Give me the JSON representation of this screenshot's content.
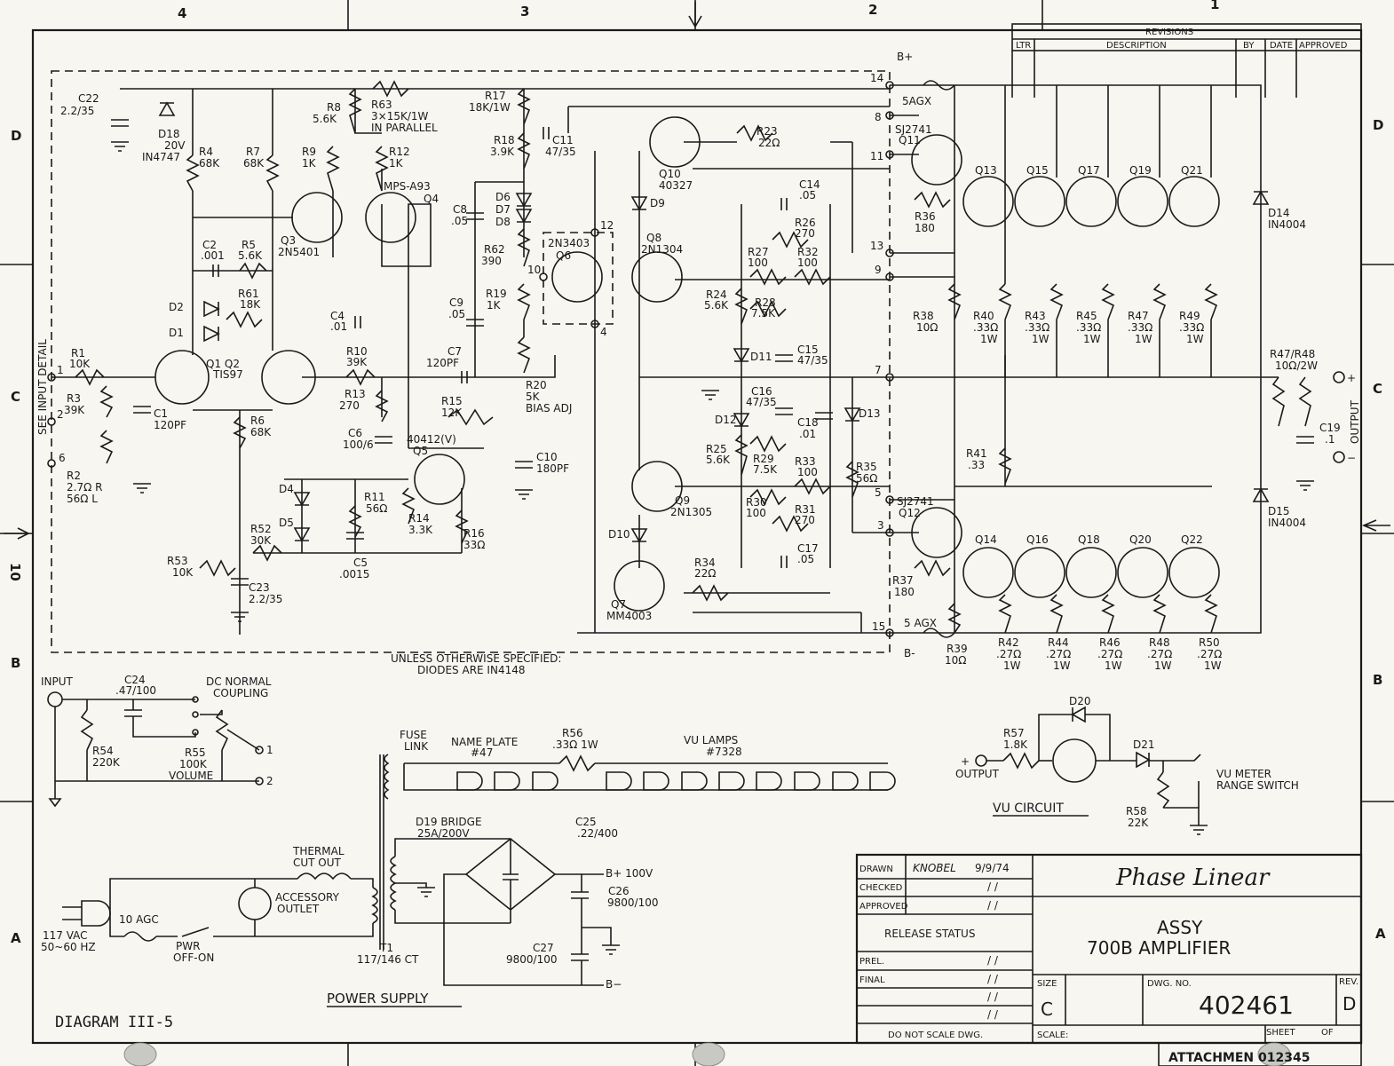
{
  "zones": {
    "top": [
      "4",
      "3",
      "2",
      "1"
    ],
    "left": [
      "D",
      "C",
      "B",
      "A"
    ],
    "right": [
      "D",
      "C",
      "B",
      "A"
    ],
    "side_marker": "10"
  },
  "revisions": {
    "title": "REVISIONS",
    "columns": [
      "LTR",
      "DESCRIPTION",
      "BY",
      "DATE",
      "APPROVED"
    ]
  },
  "detail": {
    "input_detail": "SEE INPUT DETAIL",
    "note_line1": "UNLESS OTHERWISE SPECIFIED:",
    "note_line2": "DIODES ARE IN4148"
  },
  "components": [
    {
      "id": "C22",
      "text": "C22",
      "value": "2.2/35"
    },
    {
      "id": "D18",
      "text": "D18",
      "value": "20V",
      "part": "IN4747"
    },
    {
      "id": "R4",
      "text": "R4",
      "value": "68K"
    },
    {
      "id": "R7",
      "text": "R7",
      "value": "68K"
    },
    {
      "id": "R8",
      "text": "R8",
      "value": "5.6K"
    },
    {
      "id": "R9",
      "text": "R9",
      "value": "1K"
    },
    {
      "id": "R63",
      "text": "R63",
      "value": "3×15K/1W",
      "note": "IN PARALLEL"
    },
    {
      "id": "R12",
      "text": "R12",
      "value": "1K"
    },
    {
      "id": "Q4",
      "text": "Q4",
      "part": "MPS-A93"
    },
    {
      "id": "Q3",
      "text": "Q3",
      "part": "2N5401"
    },
    {
      "id": "C2",
      "text": "C2",
      "value": ".001"
    },
    {
      "id": "R5",
      "text": "R5",
      "value": "5.6K"
    },
    {
      "id": "R61",
      "text": "R61",
      "value": "18K"
    },
    {
      "id": "D2",
      "text": "D2"
    },
    {
      "id": "D1",
      "text": "D1"
    },
    {
      "id": "R1",
      "text": "R1",
      "value": "10K"
    },
    {
      "id": "R3",
      "text": "R3",
      "value": "39K"
    },
    {
      "id": "C1",
      "text": "C1",
      "value": "120PF"
    },
    {
      "id": "R2",
      "text": "R2",
      "value": "2.7Ω R",
      "note": "56Ω L"
    },
    {
      "id": "Q1Q2",
      "text": "Q1  Q2",
      "part": "TIS97"
    },
    {
      "id": "R6",
      "text": "R6",
      "value": "68K"
    },
    {
      "id": "C4",
      "text": "C4",
      "value": ".01"
    },
    {
      "id": "R10",
      "text": "R10",
      "value": "39K"
    },
    {
      "id": "R13",
      "text": "R13",
      "value": "270"
    },
    {
      "id": "C6",
      "text": "C6",
      "value": "100/6"
    },
    {
      "id": "R17",
      "text": "R17",
      "value": "18K/1W"
    },
    {
      "id": "R18",
      "text": "R18",
      "value": "3.9K"
    },
    {
      "id": "C11",
      "text": "C11",
      "value": "47/35"
    },
    {
      "id": "D6",
      "text": "D6"
    },
    {
      "id": "D7",
      "text": "D7"
    },
    {
      "id": "D8",
      "text": "D8"
    },
    {
      "id": "C8",
      "text": "C8",
      "value": ".05"
    },
    {
      "id": "R62",
      "text": "R62",
      "value": "390"
    },
    {
      "id": "Q6",
      "text": "Q6",
      "part": "2N3403"
    },
    {
      "id": "C9",
      "text": "C9",
      "value": ".05"
    },
    {
      "id": "R19",
      "text": "R19",
      "value": "1K"
    },
    {
      "id": "C7",
      "text": "C7",
      "value": "120PF"
    },
    {
      "id": "R20",
      "text": "R20",
      "value": "5K",
      "note": "BIAS ADJ"
    },
    {
      "id": "R15",
      "text": "R15",
      "value": "12K"
    },
    {
      "id": "Q5",
      "text": "Q5",
      "part": "40412(V)"
    },
    {
      "id": "C10",
      "text": "C10",
      "value": "180PF"
    },
    {
      "id": "D4",
      "text": "D4"
    },
    {
      "id": "D5",
      "text": "D5"
    },
    {
      "id": "R11",
      "text": "R11",
      "value": "56Ω"
    },
    {
      "id": "R14",
      "text": "R14",
      "value": "3.3K"
    },
    {
      "id": "R16",
      "text": "R16",
      "value": "33Ω"
    },
    {
      "id": "R52",
      "text": "R52",
      "value": "30K"
    },
    {
      "id": "C5",
      "text": "C5",
      "value": ".0015"
    },
    {
      "id": "R53",
      "text": "R53",
      "value": "10K"
    },
    {
      "id": "C23",
      "text": "C23",
      "value": "2.2/35"
    },
    {
      "id": "Q10",
      "text": "Q10",
      "part": "40327"
    },
    {
      "id": "R23",
      "text": "R23",
      "value": "22Ω"
    },
    {
      "id": "D9",
      "text": "D9"
    },
    {
      "id": "Q8",
      "text": "Q8",
      "part": "2N1304"
    },
    {
      "id": "C14",
      "text": "C14",
      "value": ".05"
    },
    {
      "id": "R26",
      "text": "R26",
      "value": "270"
    },
    {
      "id": "R27",
      "text": "R27",
      "value": "100"
    },
    {
      "id": "R32",
      "text": "R32",
      "value": "100"
    },
    {
      "id": "R24",
      "text": "R24",
      "value": "5.6K"
    },
    {
      "id": "R28",
      "text": "R28",
      "value": "7.5K"
    },
    {
      "id": "D11",
      "text": "D11"
    },
    {
      "id": "C15",
      "text": "C15",
      "value": "47/35"
    },
    {
      "id": "C16",
      "text": "C16",
      "value": "47/35"
    },
    {
      "id": "C18",
      "text": "C18",
      "value": ".01"
    },
    {
      "id": "D12",
      "text": "D12"
    },
    {
      "id": "D13",
      "text": "D13"
    },
    {
      "id": "R25",
      "text": "R25",
      "value": "5.6K"
    },
    {
      "id": "R29",
      "text": "R29",
      "value": "7.5K"
    },
    {
      "id": "R33",
      "text": "R33",
      "value": "100"
    },
    {
      "id": "R35",
      "text": "R35",
      "value": "56Ω"
    },
    {
      "id": "R30",
      "text": "R30",
      "value": "100"
    },
    {
      "id": "R31",
      "text": "R31",
      "value": "270"
    },
    {
      "id": "C17",
      "text": "C17",
      "value": ".05"
    },
    {
      "id": "Q9",
      "text": "Q9",
      "part": "2N1305"
    },
    {
      "id": "D10",
      "text": "D10"
    },
    {
      "id": "Q7",
      "text": "Q7",
      "part": "MM4003"
    },
    {
      "id": "R34",
      "text": "R34",
      "value": "22Ω"
    },
    {
      "id": "Q11",
      "text": "Q11",
      "part": "SJ2741"
    },
    {
      "id": "R36",
      "text": "R36",
      "value": "180"
    },
    {
      "id": "R38",
      "text": "R38",
      "value": "10Ω"
    },
    {
      "id": "R41",
      "text": "R41",
      "value": ".33"
    },
    {
      "id": "Q12",
      "text": "Q12",
      "part": "SJ2741"
    },
    {
      "id": "R37",
      "text": "R37",
      "value": "180"
    },
    {
      "id": "R39",
      "text": "R39",
      "value": "10Ω"
    },
    {
      "id": "D14",
      "text": "D14",
      "part": "IN4004"
    },
    {
      "id": "D15",
      "text": "D15",
      "part": "IN4004"
    },
    {
      "id": "R4748",
      "text": "R47/R48",
      "value": "10Ω/2W"
    },
    {
      "id": "C19",
      "text": "C19",
      "value": ".1"
    },
    {
      "id": "C24",
      "text": "C24",
      "value": ".47/100"
    },
    {
      "id": "R54",
      "text": "R54",
      "value": "220K"
    },
    {
      "id": "R55",
      "text": "R55",
      "value": "100K",
      "note": "VOLUME"
    },
    {
      "id": "R56",
      "text": "R56",
      "value": ".33Ω 1W"
    },
    {
      "id": "D20",
      "text": "D20"
    },
    {
      "id": "D21",
      "text": "D21"
    },
    {
      "id": "R57",
      "text": "R57",
      "value": "1.8K"
    },
    {
      "id": "R58",
      "text": "R58",
      "value": "22K"
    },
    {
      "id": "D19",
      "text": "D19 BRIDGE",
      "value": "25A/200V"
    },
    {
      "id": "C25",
      "text": "C25",
      "value": ".22/400"
    },
    {
      "id": "C26",
      "text": "C26",
      "value": "9800/100"
    },
    {
      "id": "C27",
      "text": "C27",
      "value": "9800/100"
    },
    {
      "id": "T1",
      "text": "T1",
      "value": "117/146 CT"
    }
  ],
  "output_row_top": {
    "transistors": [
      "Q13",
      "Q15",
      "Q17",
      "Q19",
      "Q21"
    ],
    "resistors": [
      "R40",
      "R43",
      "R45",
      "R47",
      "R49"
    ],
    "value": ".33Ω",
    "rating": "1W"
  },
  "output_row_bottom": {
    "transistors": [
      "Q14",
      "Q16",
      "Q18",
      "Q20",
      "Q22"
    ],
    "resistors": [
      "R42",
      "R44",
      "R46",
      "R48",
      "R50"
    ],
    "value": ".27Ω",
    "rating": "1W"
  },
  "pins": [
    "14",
    "8",
    "11",
    "13",
    "9",
    "7",
    "5",
    "3",
    "15",
    "12",
    "10",
    "4",
    "1",
    "2",
    "6"
  ],
  "rails": {
    "bplus": "B+",
    "bminus": "B-",
    "fuse_top": "5AGX",
    "fuse_bottom": "5 AGX"
  },
  "output": {
    "label": "OUTPUT",
    "plus": "+",
    "minus": "−"
  },
  "input_detail": {
    "input": "INPUT",
    "coupling_line1": "DC NORMAL",
    "coupling_line2": "COUPLING",
    "pin1": "1",
    "pin2": "2"
  },
  "vu": {
    "lamps_line1": "VU LAMPS",
    "lamps_line2": "#7328",
    "fuse_line1": "FUSE",
    "fuse_line2": "LINK",
    "nameplate_line1": "NAME PLATE",
    "nameplate_line2": "#47",
    "circuit": "VU CIRCUIT",
    "plus_output_sign": "+",
    "plus_output": "OUTPUT",
    "range_line1": "VU METER",
    "range_line2": "RANGE SWITCH"
  },
  "power": {
    "title": "POWER SUPPLY",
    "thermal_line1": "THERMAL",
    "thermal_line2": "CUT OUT",
    "accessory_line1": "ACCESSORY",
    "accessory_line2": "OUTLET",
    "fuse": "10 AGC",
    "switch_line1": "PWR",
    "switch_line2": "OFF-ON",
    "mains_line1": "117 VAC",
    "mains_line2": "50~60 HZ",
    "bplus": "B+ 100V",
    "bminus": "B−"
  },
  "diagram_label": "DIAGRAM III-5",
  "title_block": {
    "drawn": "DRAWN",
    "drawn_by": "KNOBEL",
    "drawn_date": "9/9/74",
    "checked": "CHECKED",
    "approved": "APPROVED",
    "blank_date": "/   /",
    "release_status": "RELEASE STATUS",
    "prel": "PREL.",
    "final": "FINAL",
    "size_label": "SIZE",
    "size": "C",
    "dwg_label": "DWG. NO.",
    "dwg_no": "402461",
    "rev_label": "REV.",
    "rev": "D",
    "scale_label": "SCALE:",
    "sheet_label": "SHEET",
    "of_label": "OF",
    "company": "Phase Linear",
    "title_line1": "ASSY",
    "title_line2": "700B AMPLIFIER",
    "do_not_scale": "DO NOT SCALE DWG."
  },
  "attachment": "ATTACHMEN    012345"
}
